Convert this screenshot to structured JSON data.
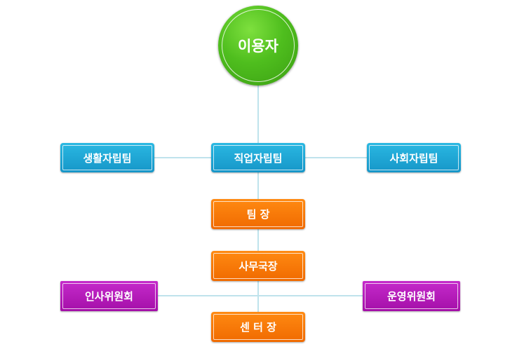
{
  "user_node": {
    "label": "이용자"
  },
  "teams": {
    "left": "생활자립팀",
    "center": "직업자립팀",
    "right": "사회자립팀"
  },
  "team_leader": "팀 장",
  "secretary_general": "사무국장",
  "committees": {
    "personnel": "인사위원회",
    "operations": "운영위원회"
  },
  "center_director": "센 터 장",
  "colors": {
    "user": "#4fbe1e",
    "team": "#1aa6d6",
    "management": "#f57a05",
    "committee": "#b01bb5",
    "connector": "#bfe3ec"
  }
}
